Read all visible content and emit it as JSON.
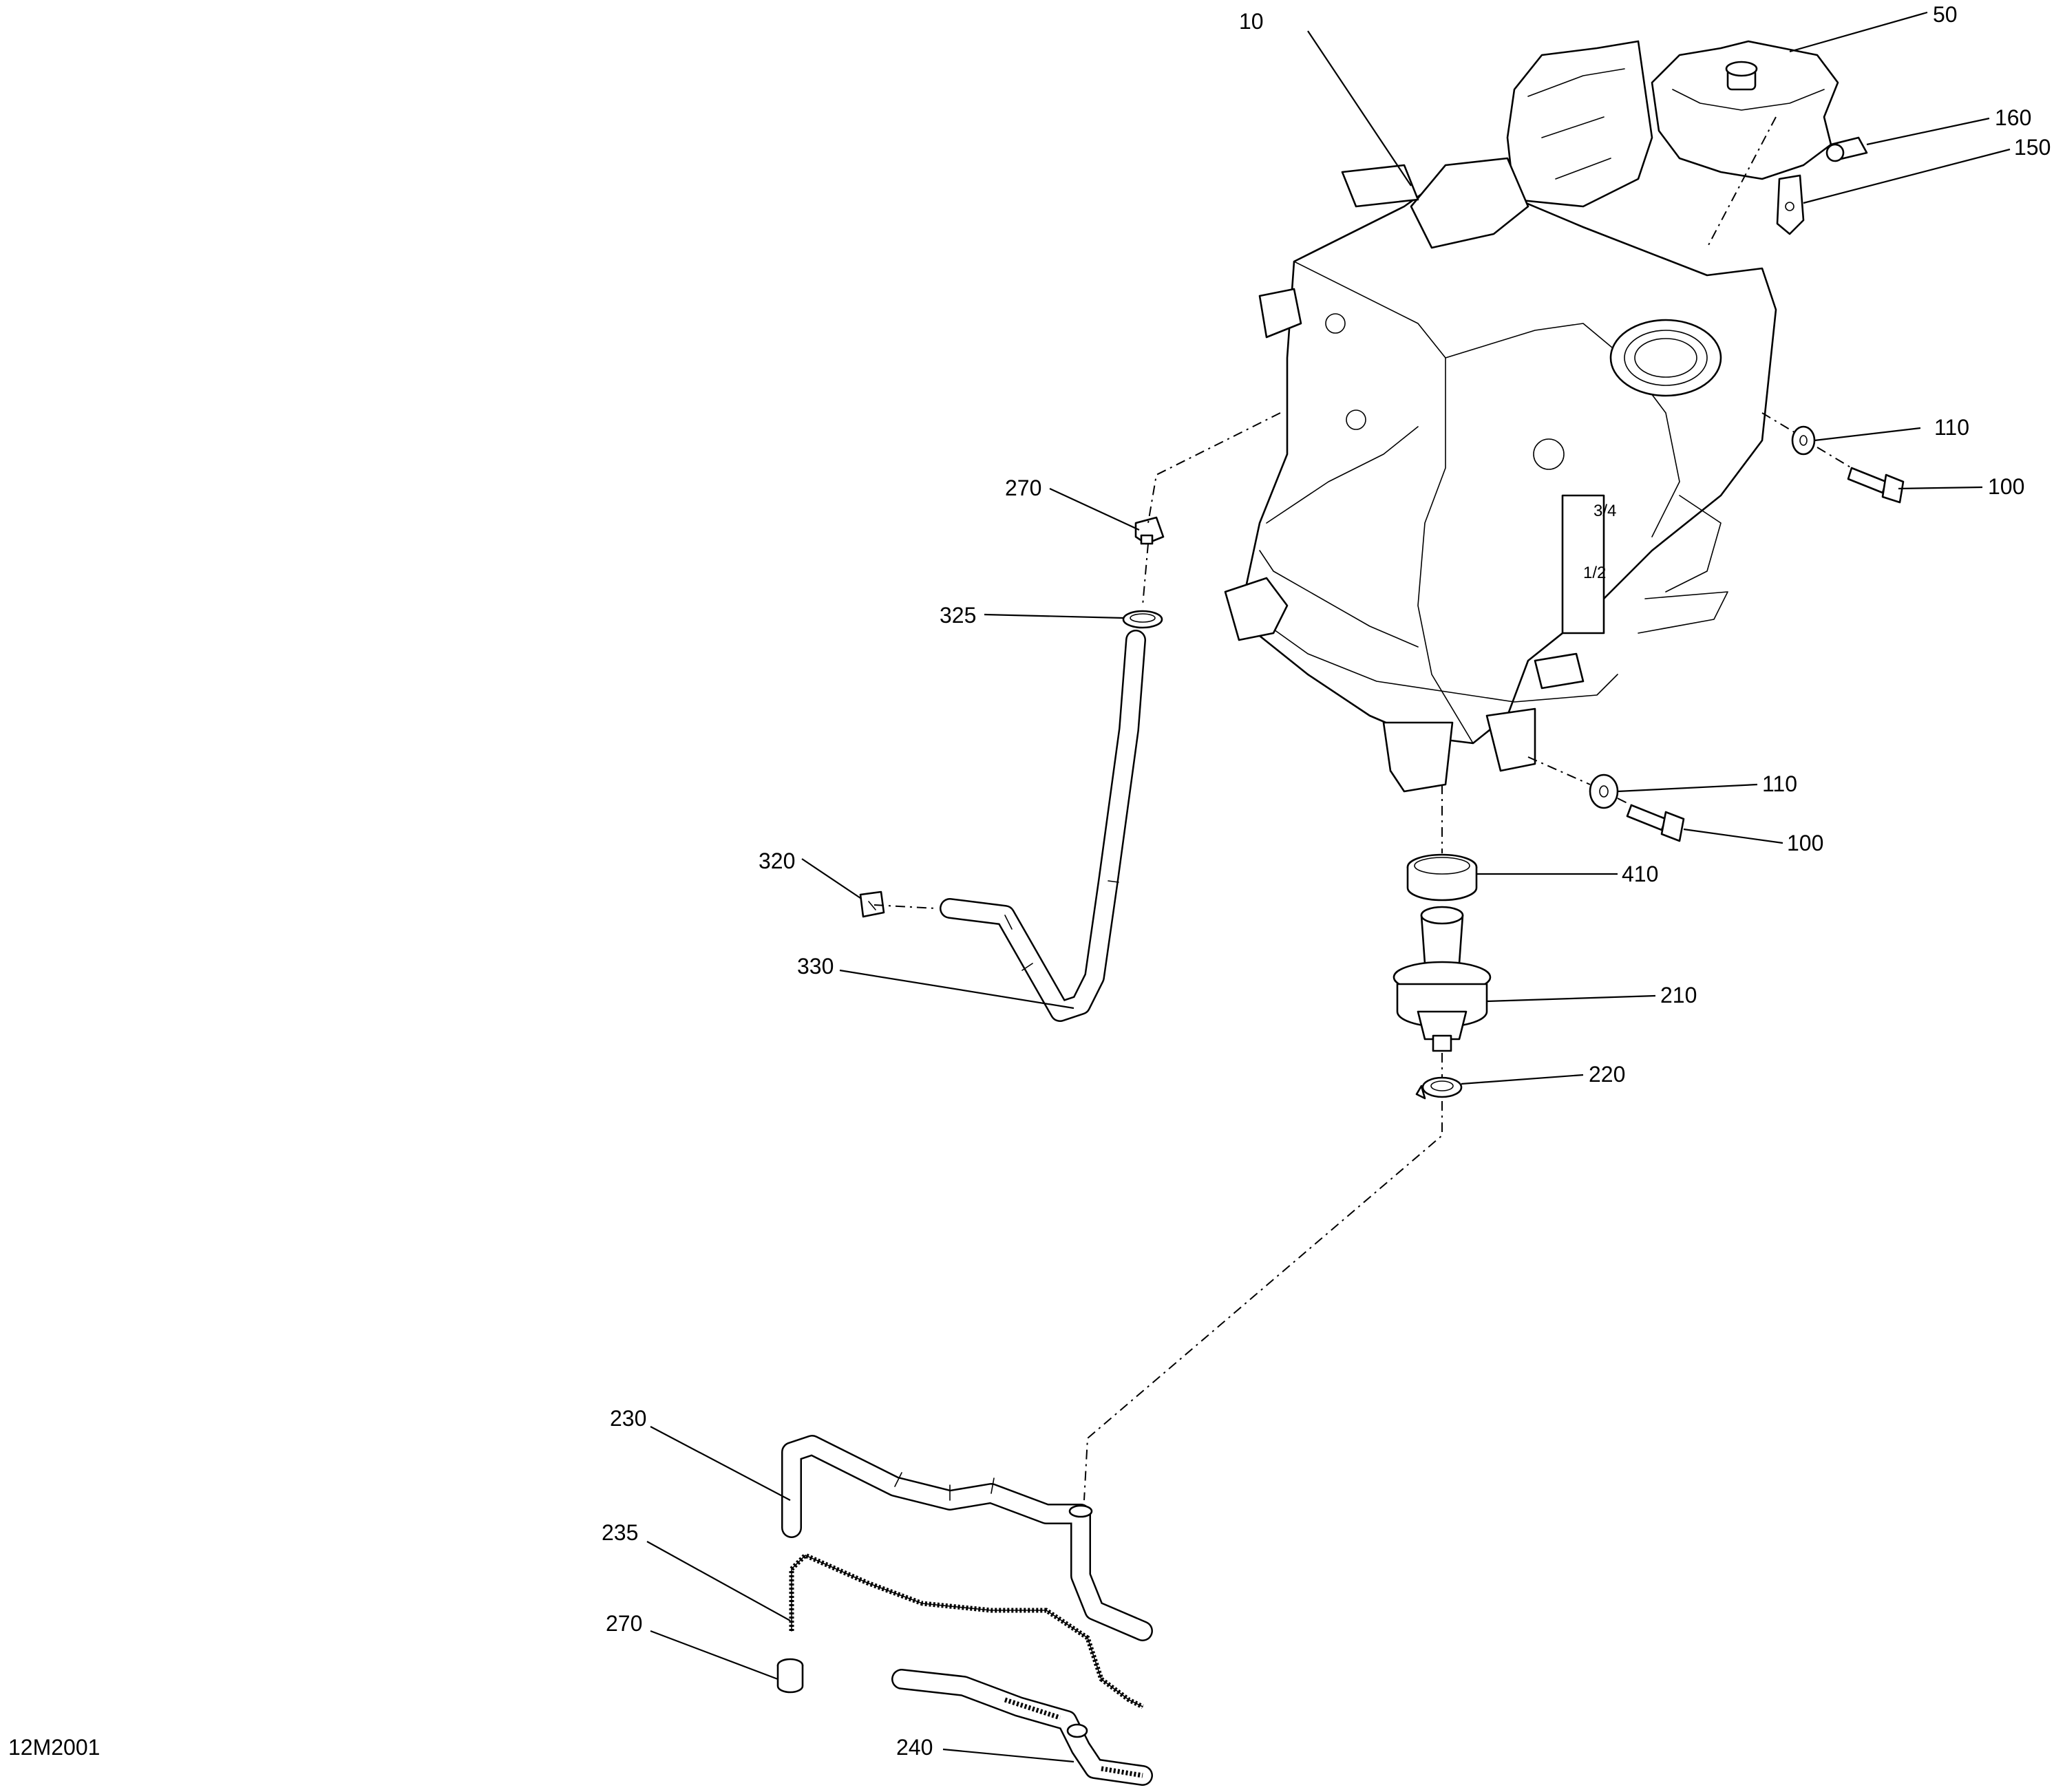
{
  "drawing_code": "12M2001",
  "callouts": [
    {
      "id": "c10",
      "text": "10"
    },
    {
      "id": "c50",
      "text": "50"
    },
    {
      "id": "c160",
      "text": "160"
    },
    {
      "id": "c150",
      "text": "150"
    },
    {
      "id": "c110a",
      "text": "110"
    },
    {
      "id": "c100a",
      "text": "100"
    },
    {
      "id": "c270a",
      "text": "270"
    },
    {
      "id": "c325",
      "text": "325"
    },
    {
      "id": "c110b",
      "text": "110"
    },
    {
      "id": "c100b",
      "text": "100"
    },
    {
      "id": "c410",
      "text": "410"
    },
    {
      "id": "c320",
      "text": "320"
    },
    {
      "id": "c330",
      "text": "330"
    },
    {
      "id": "c210",
      "text": "210"
    },
    {
      "id": "c220",
      "text": "220"
    },
    {
      "id": "c230",
      "text": "230"
    },
    {
      "id": "c235",
      "text": "235"
    },
    {
      "id": "c270b",
      "text": "270"
    },
    {
      "id": "c240",
      "text": "240"
    }
  ],
  "tank_gauge_marks": [
    "3/4",
    "1/2"
  ]
}
